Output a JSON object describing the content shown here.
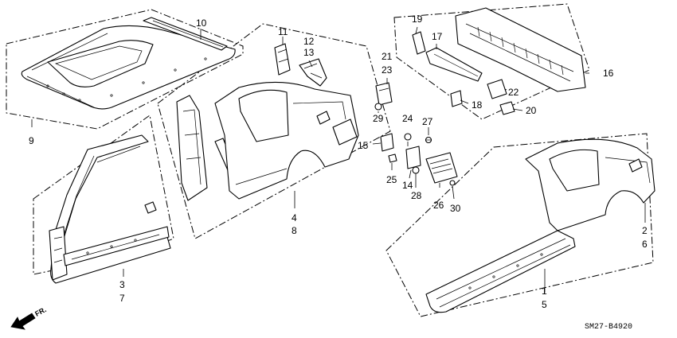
{
  "diagram": {
    "callouts": {
      "c1": "1",
      "c2": "2",
      "c3": "3",
      "c4": "4",
      "c5": "5",
      "c6": "6",
      "c7": "7",
      "c8": "8",
      "c9": "9",
      "c10": "10",
      "c11": "11",
      "c12": "12",
      "c13": "13",
      "c14": "14",
      "c15": "15",
      "c16": "16",
      "c17": "17",
      "c18": "18",
      "c19": "19",
      "c20": "20",
      "c21": "21",
      "c22": "22",
      "c23": "23",
      "c24": "24",
      "c25": "25",
      "c26": "26",
      "c27": "27",
      "c28": "28",
      "c29": "29",
      "c30": "30"
    },
    "direction_label": "FR.",
    "diagram_code": "SM27-B4920"
  }
}
